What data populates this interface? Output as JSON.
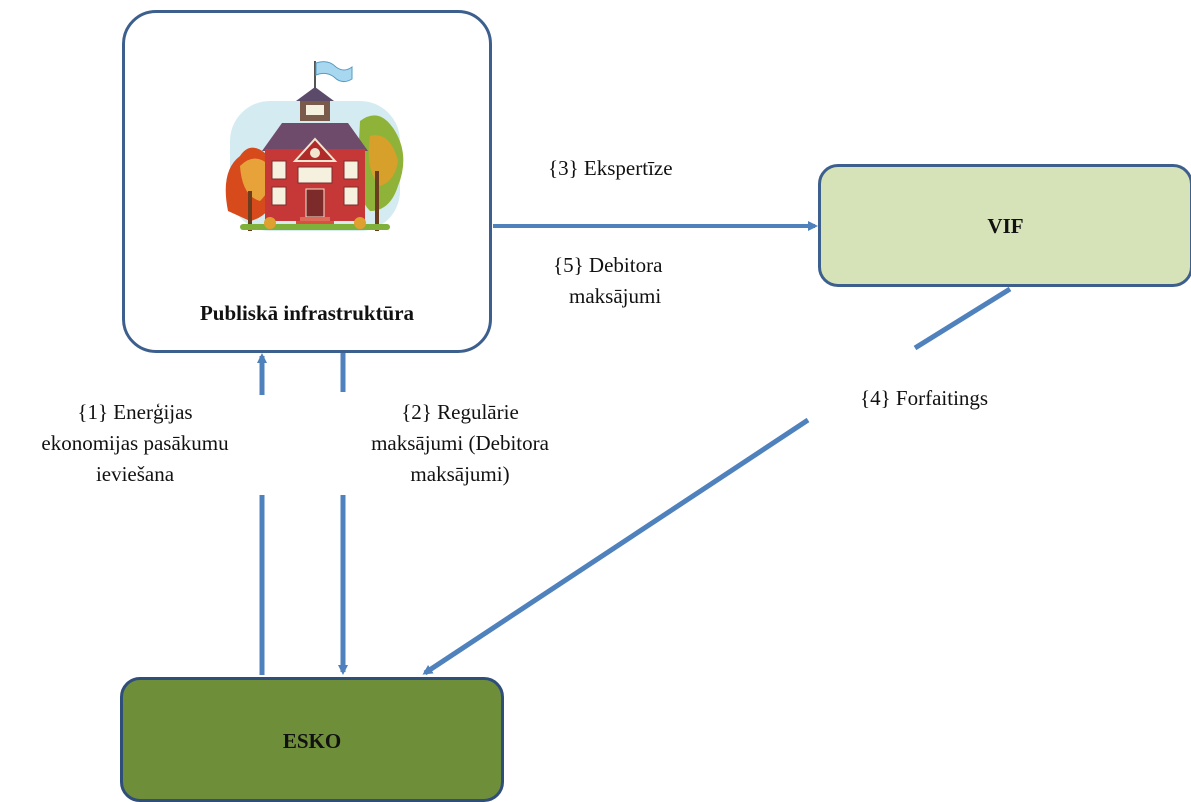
{
  "nodes": {
    "public": {
      "title": "Publiskā infrastruktūra",
      "icon": "school-building-icon"
    },
    "vif": {
      "title": "VIF"
    },
    "esko": {
      "title": "ESKO"
    }
  },
  "edges": {
    "e1": {
      "num": "{1}",
      "lines": [
        "Enerģijas",
        "ekonomijas pasākumu",
        "ieviešana"
      ]
    },
    "e2": {
      "num": "{2}",
      "lines": [
        "Regulārie",
        "maksājumi (Debitora",
        "maksājumi)"
      ]
    },
    "e3": {
      "num": "{3}",
      "lines": [
        "Ekspertīze"
      ]
    },
    "e4": {
      "num": "{4}",
      "lines": [
        "Forfaitings"
      ]
    },
    "e5": {
      "num": "{5}",
      "lines": [
        "Debitora",
        "maksājumi"
      ]
    }
  },
  "colors": {
    "arrow": "#4f81bd",
    "box_border": "#3d5f8e",
    "vif_fill": "#d6e3b8",
    "esko_fill": "#6f8e3a"
  }
}
